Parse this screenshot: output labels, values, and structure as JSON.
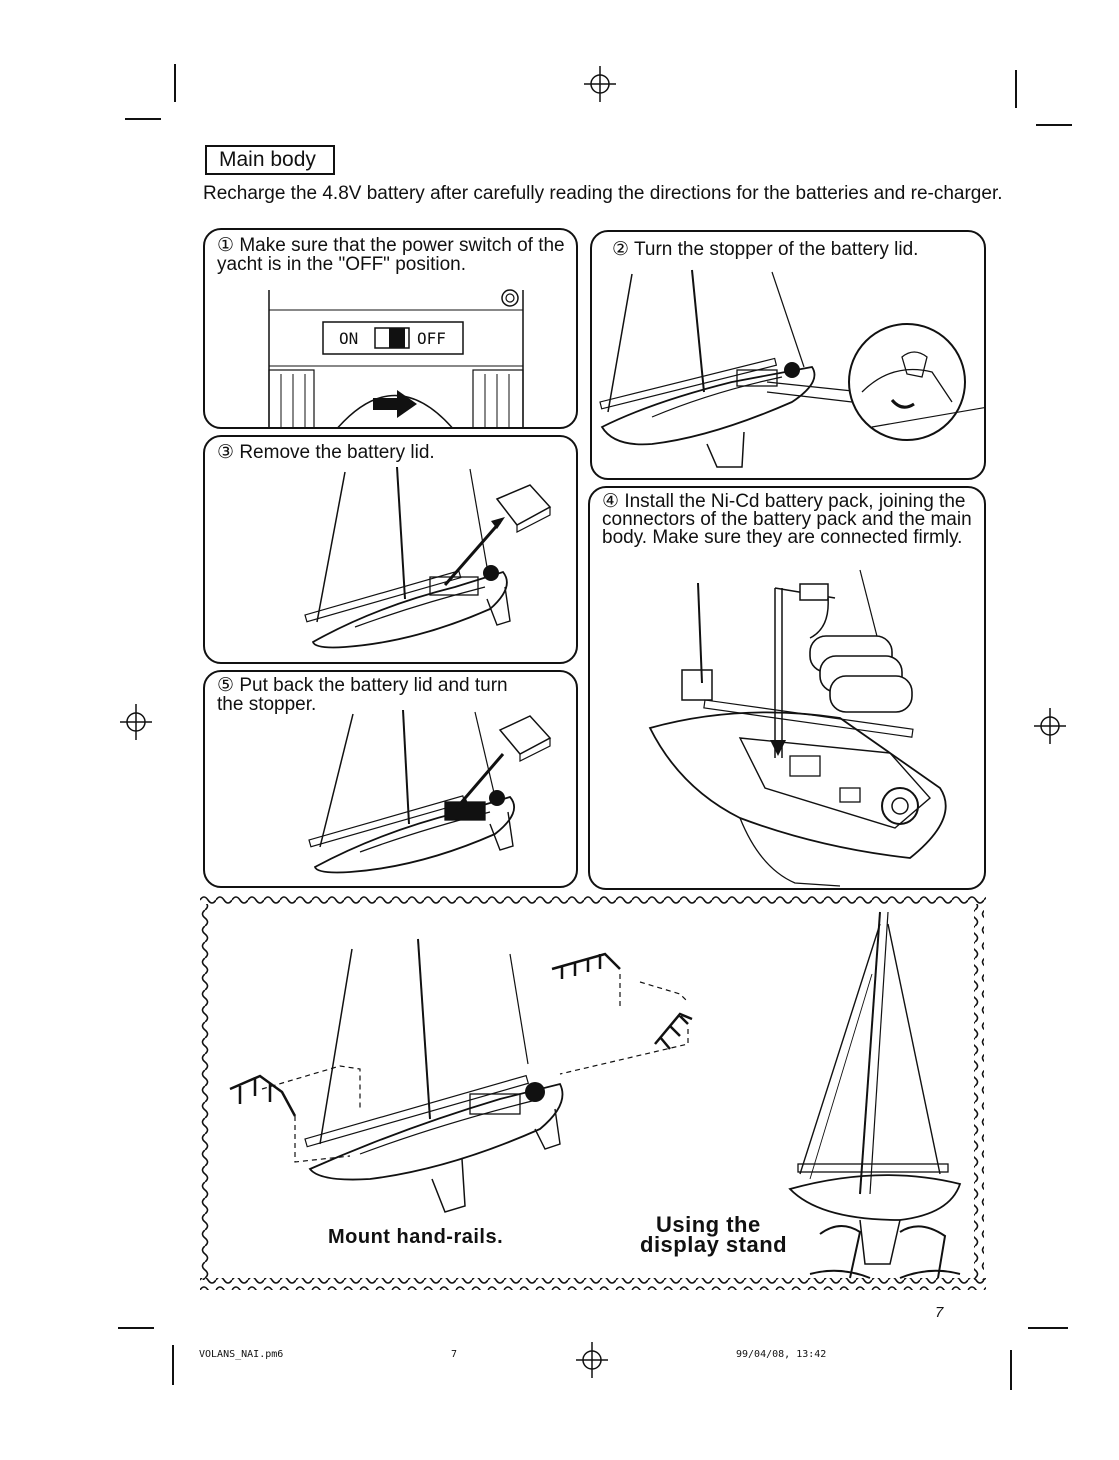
{
  "header": {
    "section_title": "Main body"
  },
  "intro_text": "Recharge the 4.8V battery after carefully reading the directions for the batteries and re-charger.",
  "steps": [
    {
      "number": "①",
      "text": "Make sure that the power switch of the yacht is in the \"OFF\" position."
    },
    {
      "number": "②",
      "text": "Turn the stopper of the battery lid."
    },
    {
      "number": "③",
      "text": "Remove the battery lid."
    },
    {
      "number": "④",
      "text": "Install the Ni-Cd battery pack, joining the connectors of the battery pack and the main body.  Make sure they are connected firmly."
    },
    {
      "number": "⑤",
      "text": "Put back the battery lid and turn the stopper."
    }
  ],
  "switch": {
    "on_label": "ON",
    "off_label": "OFF"
  },
  "bottom": {
    "handrails_caption": "Mount hand-rails.",
    "stand_caption_line1": "Using the",
    "stand_caption_line2": "display stand"
  },
  "page_number": "7",
  "footer": {
    "file_name": "VOLANS_NAI.pm6",
    "page": "7",
    "timestamp": "99/04/08, 13:42"
  }
}
